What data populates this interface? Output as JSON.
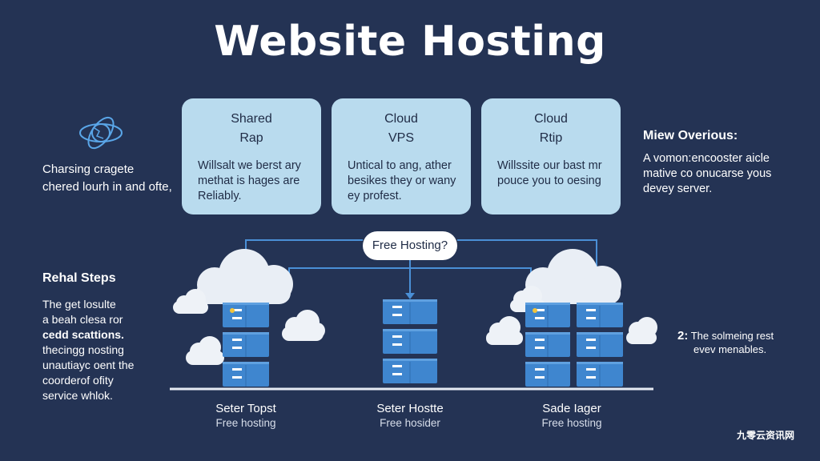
{
  "title": "Website Hosting",
  "cards": [
    {
      "line1": "Shared",
      "line2": "Rap",
      "desc": [
        "Willsalt we berst ary",
        "methat is hages are",
        "Reliably."
      ]
    },
    {
      "line1": "Cloud",
      "line2": "VPS",
      "desc": [
        "Untical to ang, ather",
        "besikes they or wany",
        "ey profest."
      ]
    },
    {
      "line1": "Cloud",
      "line2": "Rtip",
      "desc": [
        "Willssite our bast mr",
        "pouce you to oesing"
      ]
    }
  ],
  "left_top": {
    "lines": [
      "Charsing cragete",
      "chered lourh in and ofte,"
    ]
  },
  "right_top": {
    "heading": "Miew Overious:",
    "lines": [
      "A vomon:encooster aicle",
      "mative co onucarse yous",
      "devey server."
    ]
  },
  "left_steps": {
    "heading": "Rehal Steps",
    "lines": [
      "The get losulte",
      "a beah clesa ror",
      "cedd scattions.",
      "thecingg nosting",
      "unautiayc oent the",
      "coorderof ofity",
      "service whlok."
    ]
  },
  "right_steps": {
    "number": "2:",
    "lines": [
      "The solmeing rest",
      "evev menables."
    ]
  },
  "center_pill": "Free Hosting?",
  "servers": [
    {
      "title": "Seter Topst",
      "sub": "Free hosting"
    },
    {
      "title": "Seter Hostte",
      "sub": "Free hosider"
    },
    {
      "title": "Sade Iager",
      "sub": "Free hosting"
    }
  ],
  "watermark": "九零云资讯网",
  "colors": {
    "background": "#243354",
    "card": "#b9dbee",
    "server": "#3f86cf",
    "connector": "#4a8fd6",
    "led": "#f2c43c"
  }
}
